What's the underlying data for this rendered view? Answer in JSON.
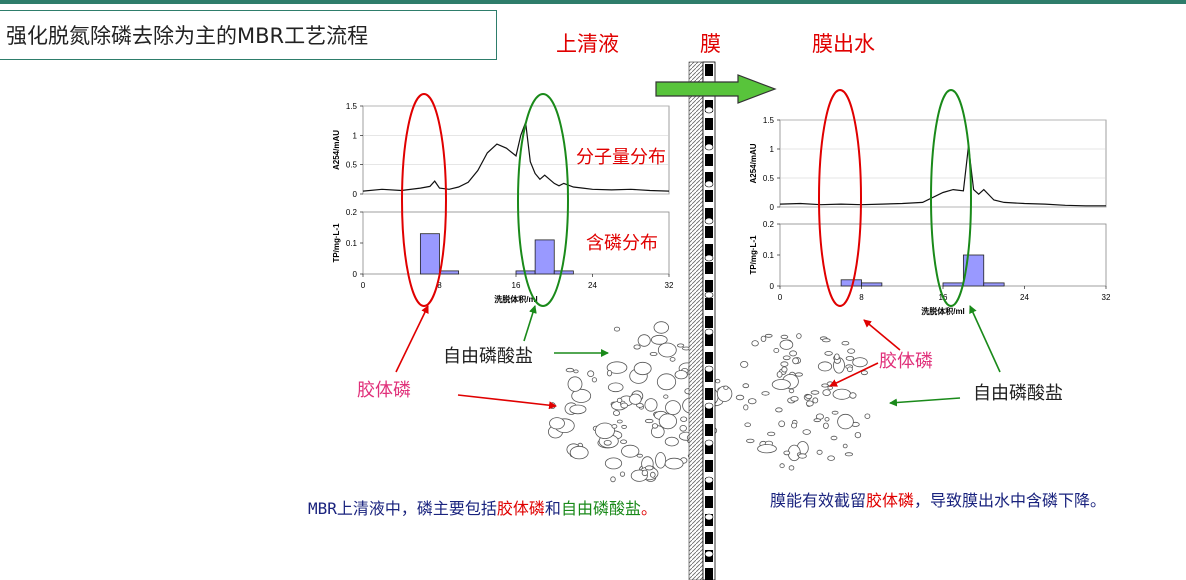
{
  "title": "强化脱氮除磷去除为主的MBR工艺流程",
  "headers": {
    "supernatant": "上清液",
    "membrane": "膜",
    "permeate": "膜出水"
  },
  "labels": {
    "mw_distribution": "分子量分布",
    "p_distribution": "含磷分布",
    "free_phosphate_left": "自由磷酸盐",
    "colloidal_p_left": "胶体磷",
    "colloidal_p_right": "胶体磷",
    "free_phosphate_right": "自由磷酸盐"
  },
  "notes": {
    "left": {
      "p1": "MBR上清液中，磷主要包括",
      "p2": "胶体磷",
      "p3": "和",
      "p4": "自",
      "p5": "由磷酸盐",
      "p6": "。"
    },
    "right": {
      "p1": "膜能有效截留",
      "p2": "胶体磷",
      "p3": "，导致膜出水中含磷下降。"
    }
  },
  "colors": {
    "red": "#e00000",
    "green": "#1a8a1a",
    "pink": "#e0307a",
    "navy": "#1a237e",
    "bar": "#9999ff",
    "accent": "#2e7d6b"
  },
  "chart_data": [
    {
      "type": "line",
      "panel": "supernatant-top",
      "ylabel": "A254/mAU",
      "yticks": [
        "0",
        "0.5",
        "1",
        "1.5"
      ],
      "ylim": [
        0,
        1.5
      ],
      "xlim": [
        0,
        32
      ],
      "x": [
        0,
        2,
        4,
        6,
        7,
        7.5,
        8,
        9,
        10,
        11,
        12,
        13,
        14,
        15,
        16,
        16.5,
        17,
        17.5,
        18,
        18.5,
        19,
        19.5,
        20,
        20.5,
        21,
        22,
        23,
        24,
        26,
        28,
        30,
        32
      ],
      "values": [
        0.05,
        0.08,
        0.06,
        0.1,
        0.13,
        0.22,
        0.1,
        0.08,
        0.12,
        0.2,
        0.4,
        0.7,
        0.85,
        0.78,
        0.65,
        1.0,
        1.22,
        0.55,
        0.35,
        0.25,
        0.32,
        0.25,
        0.18,
        0.14,
        0.18,
        0.12,
        0.1,
        0.08,
        0.07,
        0.08,
        0.06,
        0.05
      ]
    },
    {
      "type": "bar",
      "panel": "supernatant-bottom",
      "ylabel": "TP/mg·L-1",
      "xlabel": "洗脱体积/ml",
      "yticks": [
        "0",
        "0.1",
        "0.2"
      ],
      "xticks": [
        "0",
        "8",
        "16",
        "24",
        "32"
      ],
      "ylim": [
        0,
        0.2
      ],
      "xlim": [
        0,
        32
      ],
      "bin_width": 2,
      "x": [
        6,
        8,
        16,
        18,
        20
      ],
      "values": [
        0.13,
        0.01,
        0.01,
        0.11,
        0.01
      ]
    },
    {
      "type": "line",
      "panel": "permeate-top",
      "ylabel": "A254/mAU",
      "yticks": [
        "0",
        "0.5",
        "1",
        "1.5"
      ],
      "ylim": [
        0,
        1.5
      ],
      "xlim": [
        0,
        32
      ],
      "x": [
        0,
        2,
        4,
        6,
        8,
        10,
        12,
        14,
        16,
        17,
        18,
        18.5,
        19,
        19.5,
        20,
        21,
        22,
        24,
        26,
        28,
        30,
        32
      ],
      "values": [
        0.05,
        0.06,
        0.04,
        0.05,
        0.04,
        0.05,
        0.06,
        0.08,
        0.25,
        0.3,
        0.28,
        1.05,
        0.3,
        0.22,
        0.3,
        0.12,
        0.08,
        0.06,
        0.05,
        0.03,
        0.02,
        0.02
      ]
    },
    {
      "type": "bar",
      "panel": "permeate-bottom",
      "ylabel": "TP/mg·L-1",
      "xlabel": "洗脱体积/ml",
      "yticks": [
        "0",
        "0.1",
        "0.2"
      ],
      "xticks": [
        "0",
        "8",
        "16",
        "24",
        "32"
      ],
      "ylim": [
        0,
        0.2
      ],
      "xlim": [
        0,
        32
      ],
      "bin_width": 2,
      "x": [
        6,
        8,
        16,
        18,
        20
      ],
      "values": [
        0.02,
        0.01,
        0.01,
        0.1,
        0.01
      ]
    }
  ]
}
